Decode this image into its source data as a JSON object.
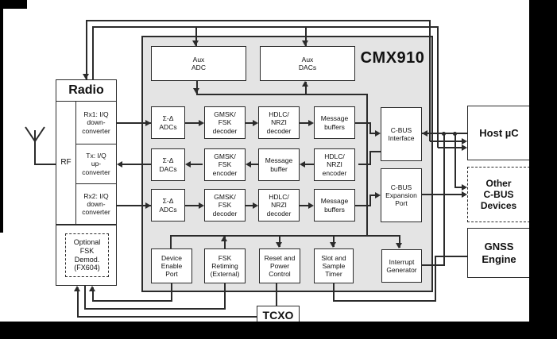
{
  "diagram": {
    "chip_label": "CMX910",
    "aux": {
      "adc": "Aux\nADC",
      "dacs": "Aux\nDACs"
    },
    "radio": {
      "title": "Radio",
      "rf": "RF",
      "rx1": "Rx1: I/Q\ndown-\nconverter",
      "tx": "Tx: I/Q\nup-\nconverter",
      "rx2": "Rx2: I/Q\ndown-\nconverter",
      "demod": "Optional\nFSK\nDemod.\n(FX604)"
    },
    "paths": {
      "rx1": {
        "adc": "Σ-Δ\nADCs",
        "dec": "GMSK/\nFSK\ndecoder",
        "hdlc": "HDLC/\nNRZI\ndecoder",
        "buf": "Message\nbuffers"
      },
      "tx": {
        "dac": "Σ-Δ\nDACs",
        "enc": "GMSK/\nFSK\nencoder",
        "buf": "Message\nbuffer",
        "hdlc": "HDLC/\nNRZI\nencoder"
      },
      "rx2": {
        "adc": "Σ-Δ\nADCs",
        "dec": "GMSK/\nFSK\ndecoder",
        "hdlc": "HDLC/\nNRZI\ndecoder",
        "buf": "Message\nbuffers"
      }
    },
    "cbus": {
      "iface": "C-BUS\nInterface",
      "exp": "C-BUS\nExpansion\nPort"
    },
    "bottom": {
      "dep": "Device\nEnable\nPort",
      "fskret": "FSK\nRetiming\n(External)",
      "rpc": "Reset and\nPower\nControl",
      "sst": "Slot and\nSample\nTimer",
      "irq": "Interrupt\nGenerator"
    },
    "ext": {
      "host": "Host µC",
      "other": "Other\nC-BUS\nDevices",
      "gnss": "GNSS\nEngine",
      "tcxo": "TCXO"
    },
    "colors": {
      "chip_fill": "#e4e4e4",
      "line": "#2b2b2b",
      "background": "#ffffff",
      "crop_bar": "#000000"
    }
  }
}
